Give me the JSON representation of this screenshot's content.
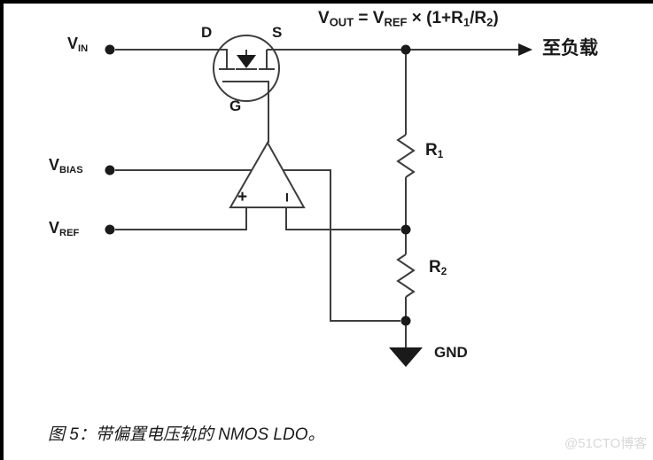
{
  "figure": {
    "caption": "图 5：带偏置电压轨的 NMOS LDO。",
    "watermark": "@51CTO博客"
  },
  "formula": {
    "p0": "V",
    "s0": "OUT",
    "p1": " = V",
    "s1": "REF",
    "p2": " × (1+R",
    "s2": "1",
    "p3": "/R",
    "s3": "2",
    "p4": ")"
  },
  "terminals": {
    "vin": {
      "main": "V",
      "sub": "IN"
    },
    "vbias": {
      "main": "V",
      "sub": "BIAS"
    },
    "vref": {
      "main": "V",
      "sub": "REF"
    }
  },
  "mosfet": {
    "drain": "D",
    "source": "S",
    "gate": "G"
  },
  "opamp": {
    "noninverting": "+",
    "inverting": "−"
  },
  "components": {
    "r1": {
      "main": "R",
      "sub": "1"
    },
    "r2": {
      "main": "R",
      "sub": "2"
    },
    "gnd": "GND",
    "to_load": "至负载"
  },
  "colors": {
    "wire": "#3d3d3d",
    "ink": "#1a1a1a",
    "watermark": "#d8d8d8",
    "border": "#000000"
  }
}
